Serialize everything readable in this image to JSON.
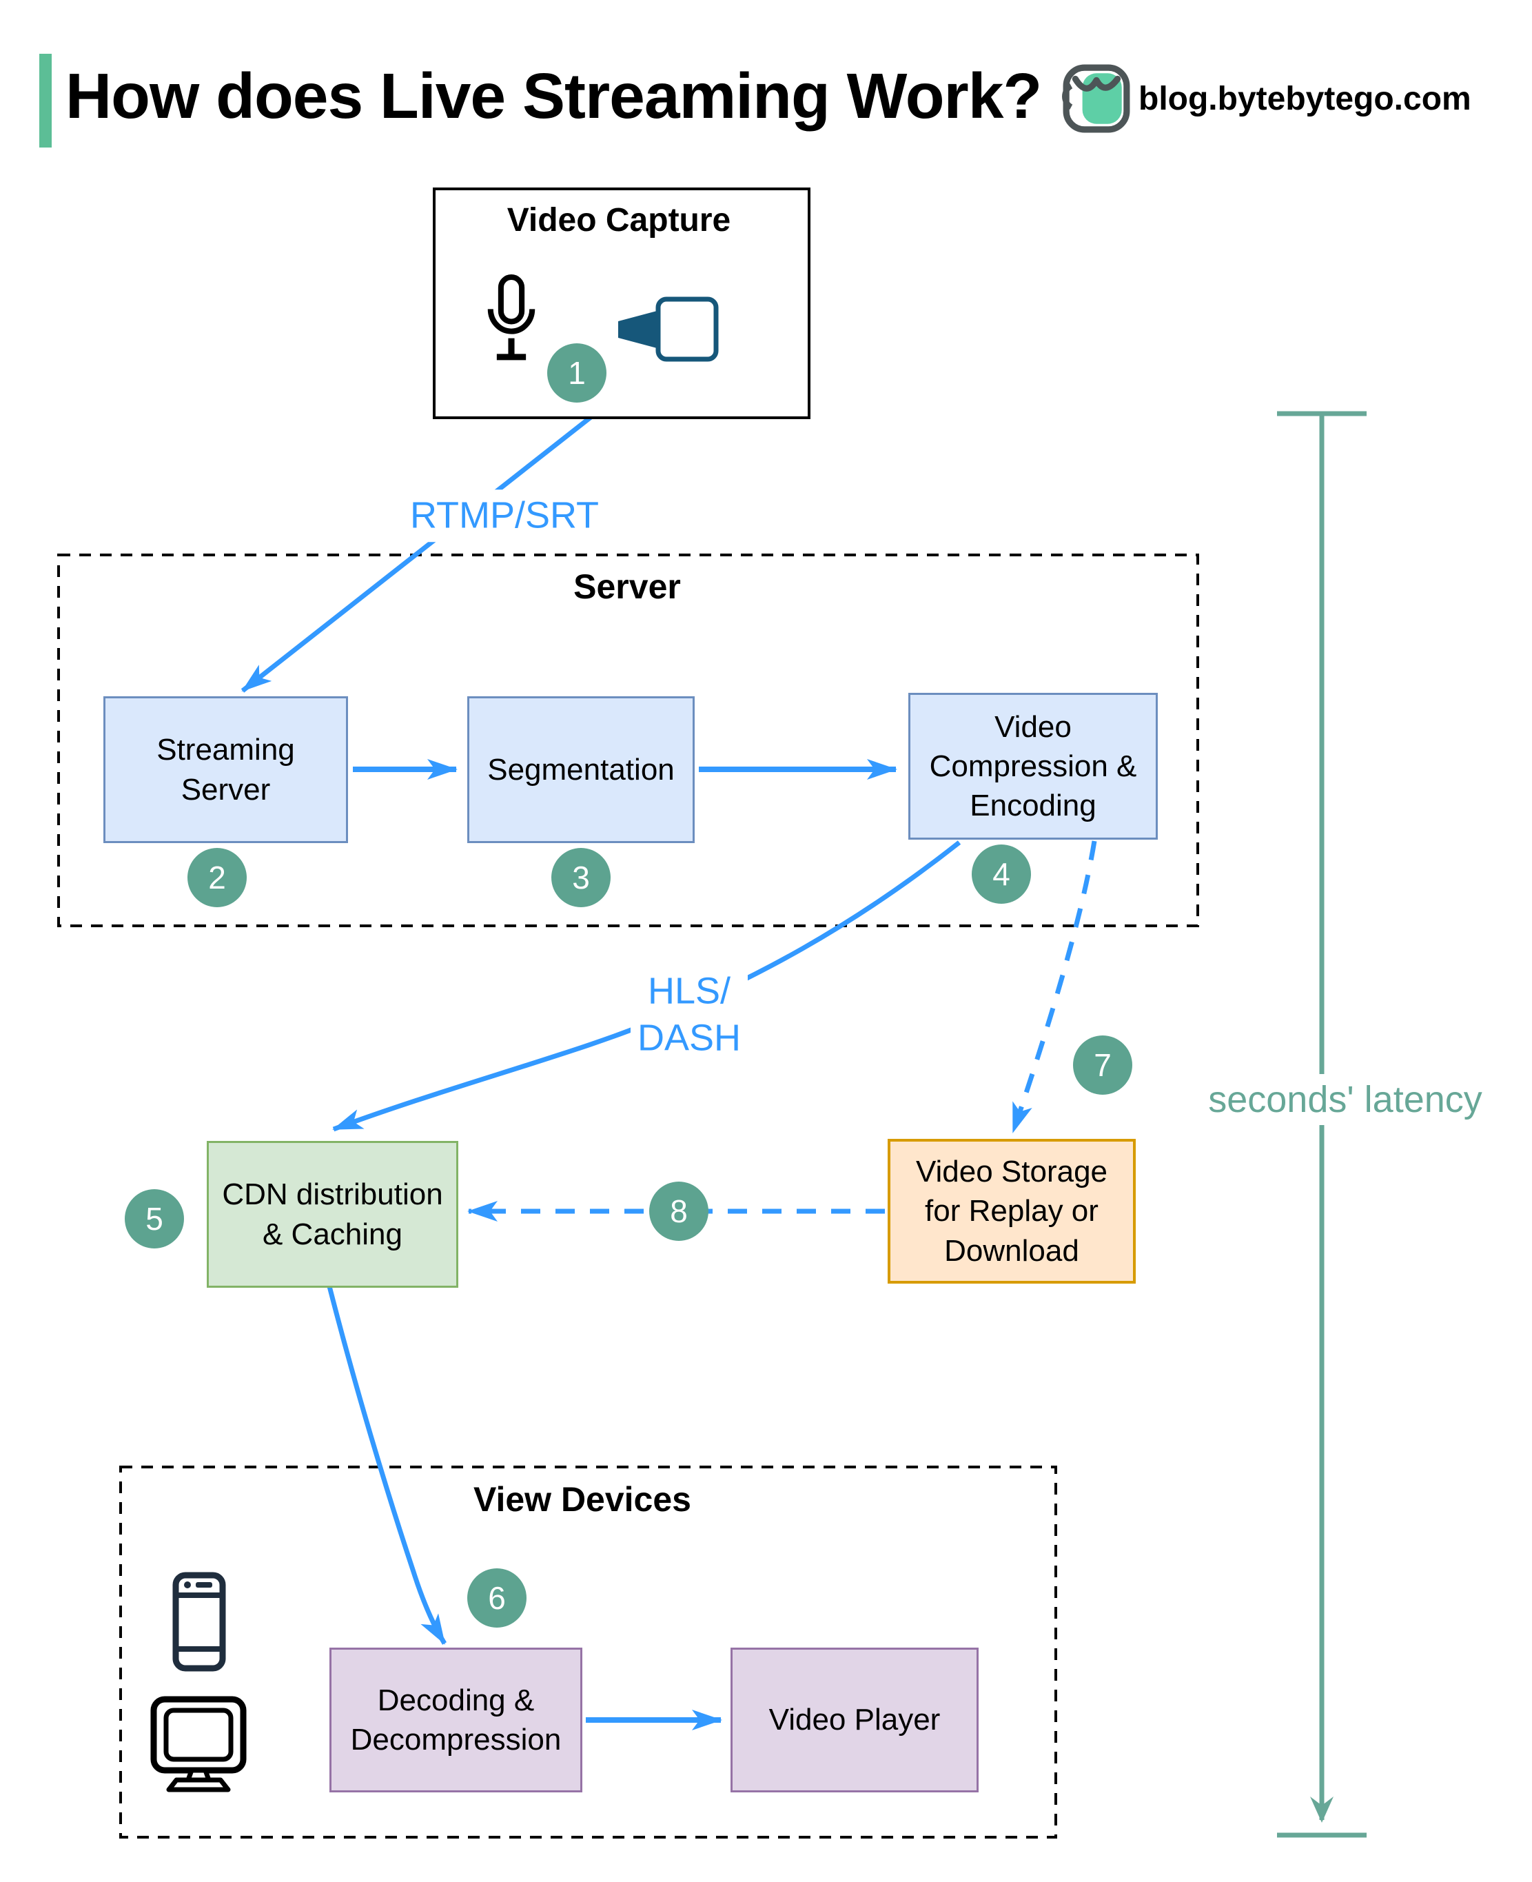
{
  "header": {
    "title": "How does Live Streaming Work?",
    "brand_url": "blog.bytebytego.com"
  },
  "capture": {
    "title": "Video Capture"
  },
  "protocols": {
    "ingest": "RTMP/SRT",
    "delivery": "HLS/\nDASH"
  },
  "server": {
    "title": "Server",
    "streaming_server": "Streaming\nServer",
    "segmentation": "Segmentation",
    "compression": "Video\nCompression &\nEncoding"
  },
  "distribution": {
    "cdn": "CDN distribution\n& Caching",
    "storage": "Video Storage\nfor Replay or\nDownload"
  },
  "devices": {
    "title": "View Devices",
    "decoding": "Decoding &\nDecompression",
    "player": "Video Player"
  },
  "latency": {
    "label": "seconds' latency"
  },
  "steps": [
    "1",
    "2",
    "3",
    "4",
    "5",
    "6",
    "7",
    "8"
  ],
  "colors": {
    "accent_green": "#5CBE96",
    "badge_teal": "#5DA390",
    "latency_teal": "#67A797",
    "arrow_blue": "#3399FF",
    "node_blue_fill": "#DAE8FC",
    "node_blue_stroke": "#6C8EBF",
    "node_green_fill": "#D5E8D4",
    "node_green_stroke": "#82B366",
    "node_orange_fill": "#FFE6CC",
    "node_orange_stroke": "#D79B00",
    "node_purple_fill": "#E1D5E7",
    "node_purple_stroke": "#9673A6"
  }
}
